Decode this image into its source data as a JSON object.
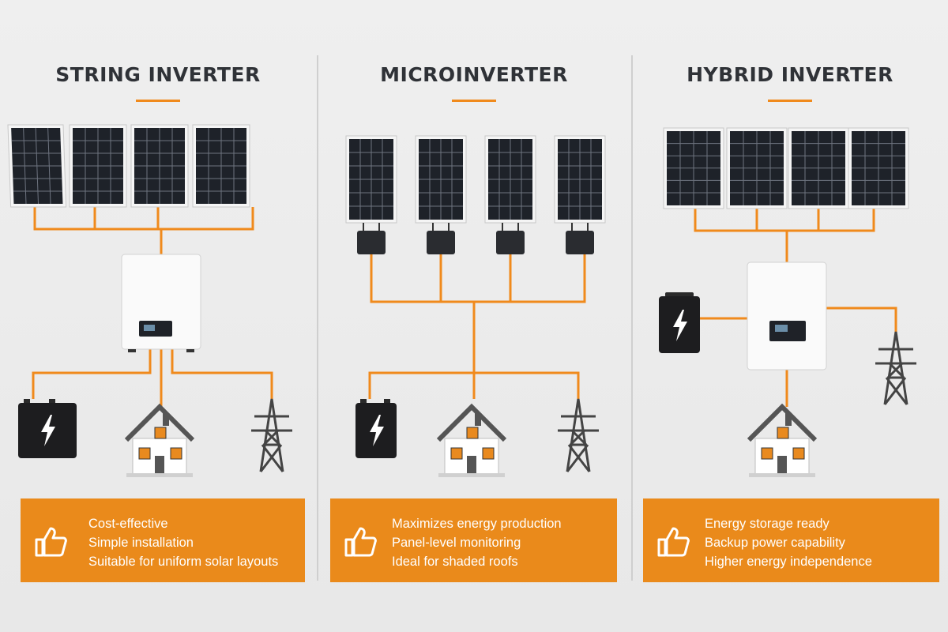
{
  "columns": [
    {
      "id": "string",
      "title": "STRING INVERTER",
      "benefits": [
        "Cost-effective",
        "Simple installation",
        "Suitable for uniform solar layouts"
      ],
      "icons": [
        "solar-panel-icon",
        "inverter-icon",
        "battery-icon",
        "house-icon",
        "power-tower-icon",
        "thumbs-up-icon"
      ]
    },
    {
      "id": "micro",
      "title": "MICROINVERTER",
      "benefits": [
        "Maximizes energy production",
        "Panel-level monitoring",
        "Ideal for shaded roofs"
      ],
      "icons": [
        "solar-panel-icon",
        "microinverter-icon",
        "battery-icon",
        "house-icon",
        "power-tower-icon",
        "thumbs-up-icon"
      ]
    },
    {
      "id": "hybrid",
      "title": "HYBRID INVERTER",
      "benefits": [
        "Energy storage ready",
        "Backup power capability",
        "Higher energy independence"
      ],
      "icons": [
        "solar-panel-icon",
        "inverter-icon",
        "battery-icon",
        "house-icon",
        "power-tower-icon",
        "thumbs-up-icon"
      ]
    }
  ],
  "colors": {
    "accent": "#ea8a1b",
    "wire": "#f08a1c",
    "panel": "#1e2229",
    "title": "#2f3237",
    "background": "#ececec"
  }
}
